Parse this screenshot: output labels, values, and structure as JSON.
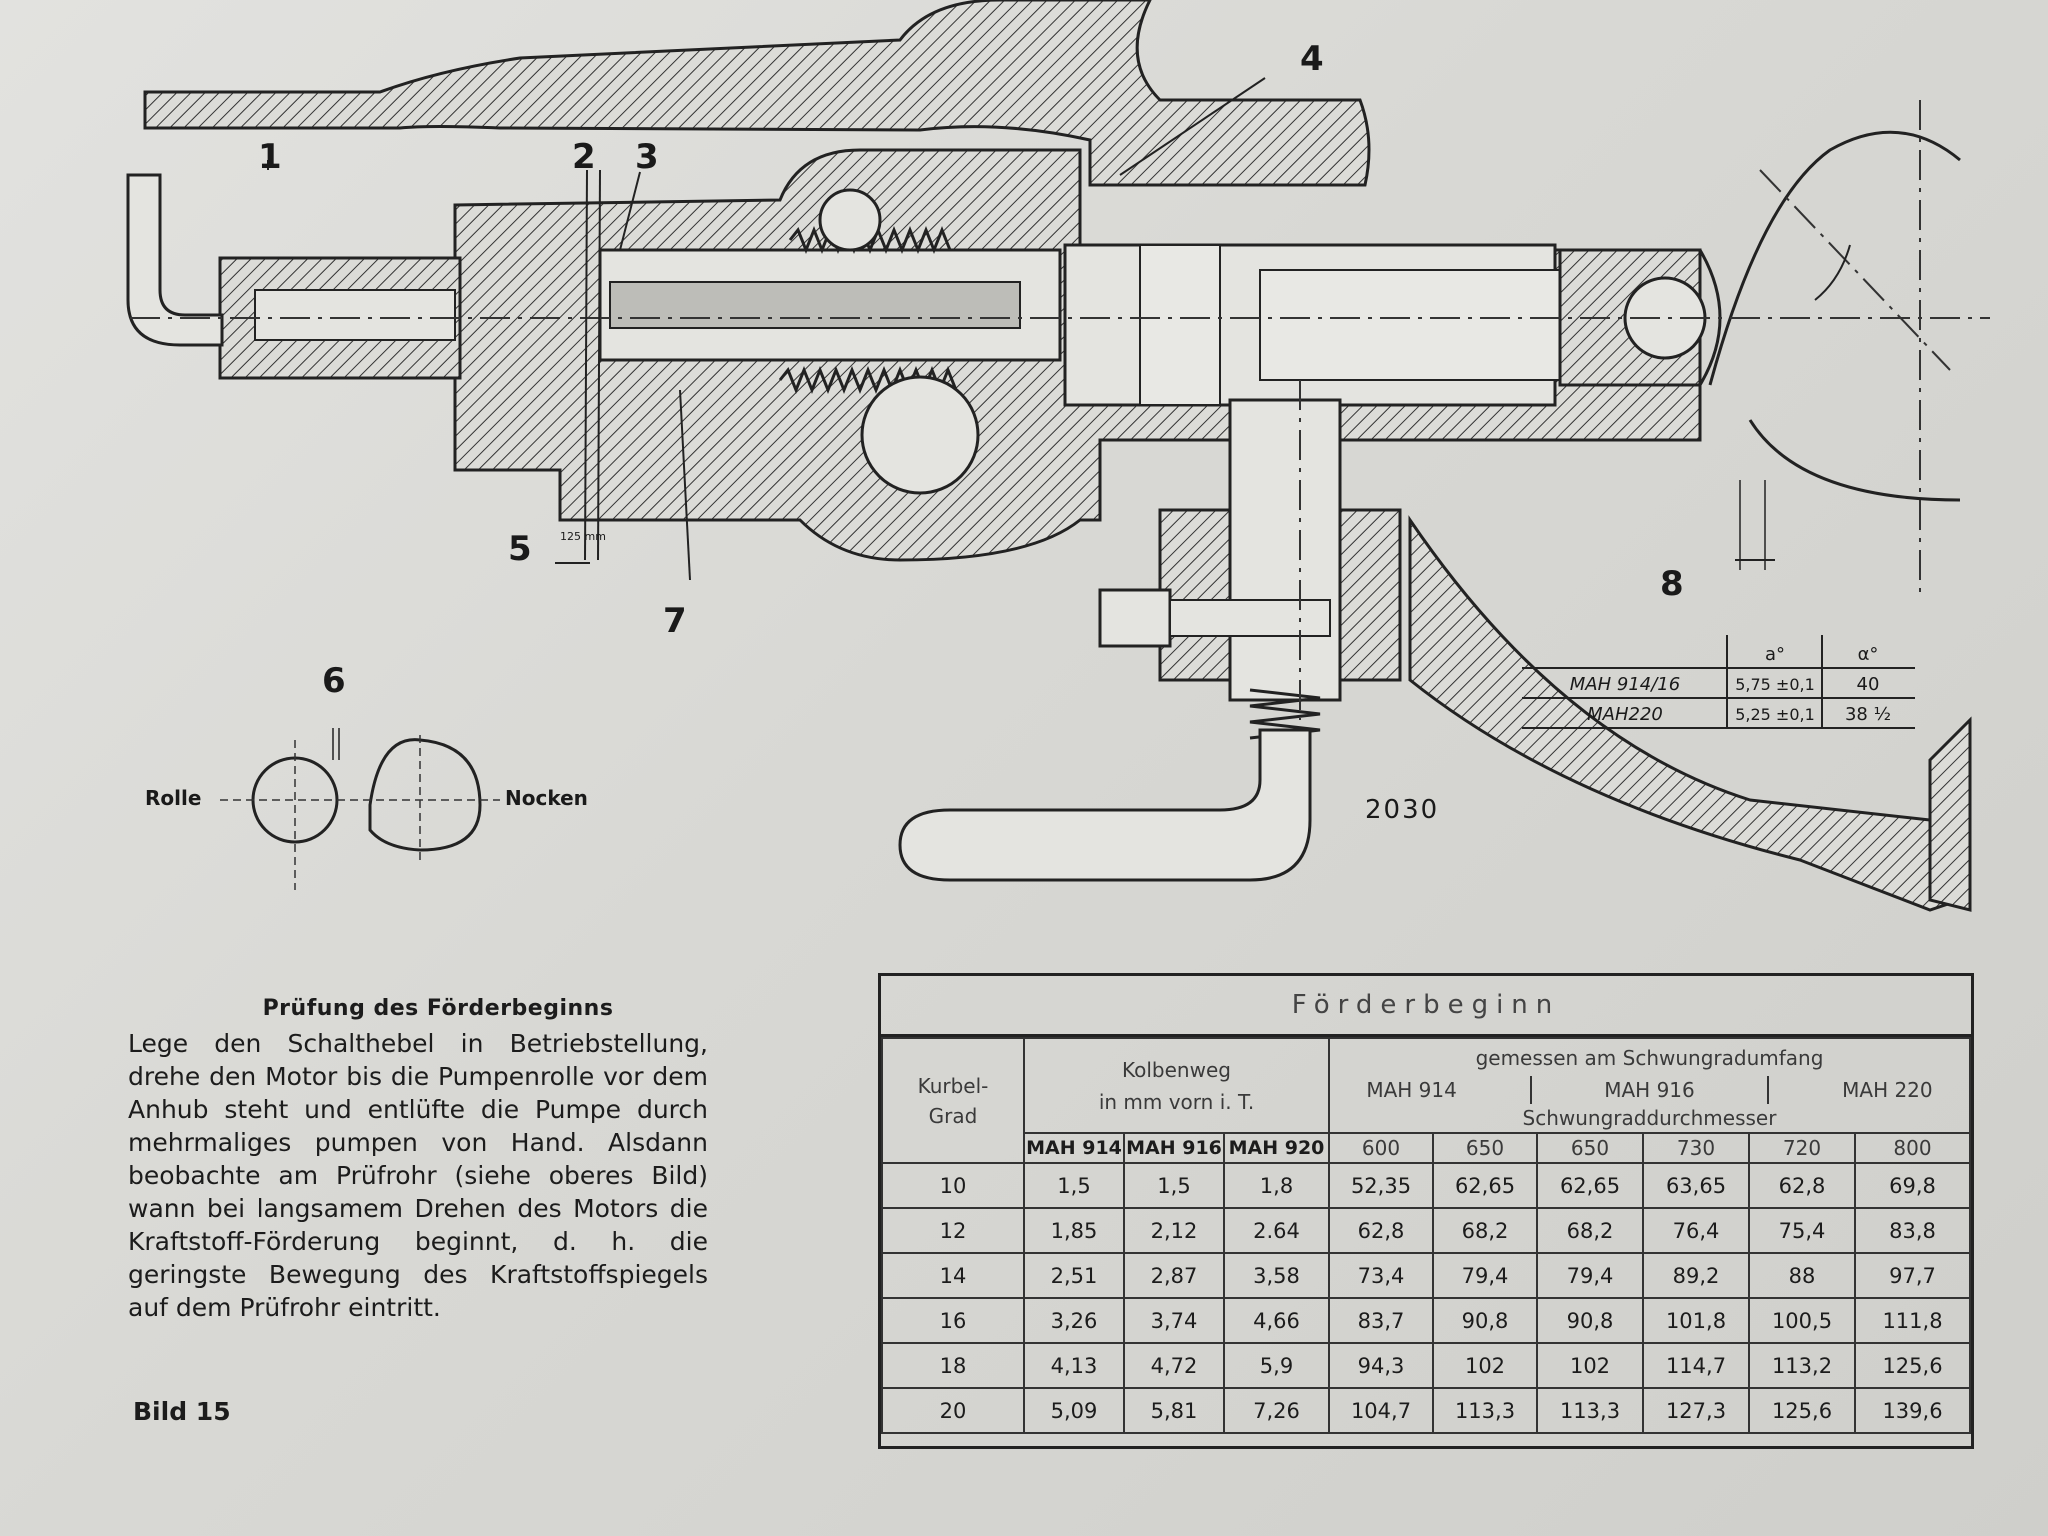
{
  "labels": {
    "l1": "1",
    "l2": "2",
    "l3": "3",
    "l4": "4",
    "l5": "5",
    "l6": "6",
    "l7": "7",
    "l8": "8",
    "dim5": "125 mm",
    "rolle": "Rolle",
    "nocken": "Nocken",
    "drawing_number": "2030"
  },
  "small_table": {
    "headers": [
      "a°",
      "α°"
    ],
    "rows": [
      {
        "model": "MAH 914/16",
        "a": "5,75 ±0,1",
        "alpha": "40"
      },
      {
        "model": "MAH220",
        "a": "5,25 ±0,1",
        "alpha": "38 ½"
      }
    ]
  },
  "caption": {
    "title": "Prüfung des Förderbeginns",
    "body": "Lege den Schalthebel in Betriebstellung, drehe den Motor bis die Pumpenrolle vor dem Anhub steht und entlüfte die Pumpe durch mehrmaliges pumpen von Hand. Alsdann beobachte am Prüfrohr (siehe oberes Bild) wann bei langsamem Drehen des Motors die Kraftstoff-Förderung beginnt, d. h. die geringste Bewegung des Kraftstoffspiegels auf dem Prüfrohr eintritt.",
    "figure": "Bild 15"
  },
  "table": {
    "title": "Förderbeginn",
    "col_kurbel": "Kurbel-\nGrad",
    "col_kolben": "Kolbenweg\nin mm vorn i. T.",
    "col_gemessen": "gemessen am Schwungradumfang",
    "group_models": [
      "MAH 914",
      "MAH 916",
      "MAH 220"
    ],
    "col_durchmesser": "Schwungraddurchmesser",
    "kolben_models": [
      "MAH 914",
      "MAH 916",
      "MAH 920"
    ],
    "diameters": [
      "600",
      "650",
      "650",
      "730",
      "720",
      "800"
    ],
    "rows": [
      [
        "10",
        "1,5",
        "1,5",
        "1,8",
        "52,35",
        "62,65",
        "62,65",
        "63,65",
        "62,8",
        "69,8"
      ],
      [
        "12",
        "1,85",
        "2,12",
        "2.64",
        "62,8",
        "68,2",
        "68,2",
        "76,4",
        "75,4",
        "83,8"
      ],
      [
        "14",
        "2,51",
        "2,87",
        "3,58",
        "73,4",
        "79,4",
        "79,4",
        "89,2",
        "88",
        "97,7"
      ],
      [
        "16",
        "3,26",
        "3,74",
        "4,66",
        "83,7",
        "90,8",
        "90,8",
        "101,8",
        "100,5",
        "111,8"
      ],
      [
        "18",
        "4,13",
        "4,72",
        "5,9",
        "94,3",
        "102",
        "102",
        "114,7",
        "113,2",
        "125,6"
      ],
      [
        "20",
        "5,09",
        "5,81",
        "7,26",
        "104,7",
        "113,3",
        "113,3",
        "127,3",
        "125,6",
        "139,6"
      ]
    ]
  }
}
